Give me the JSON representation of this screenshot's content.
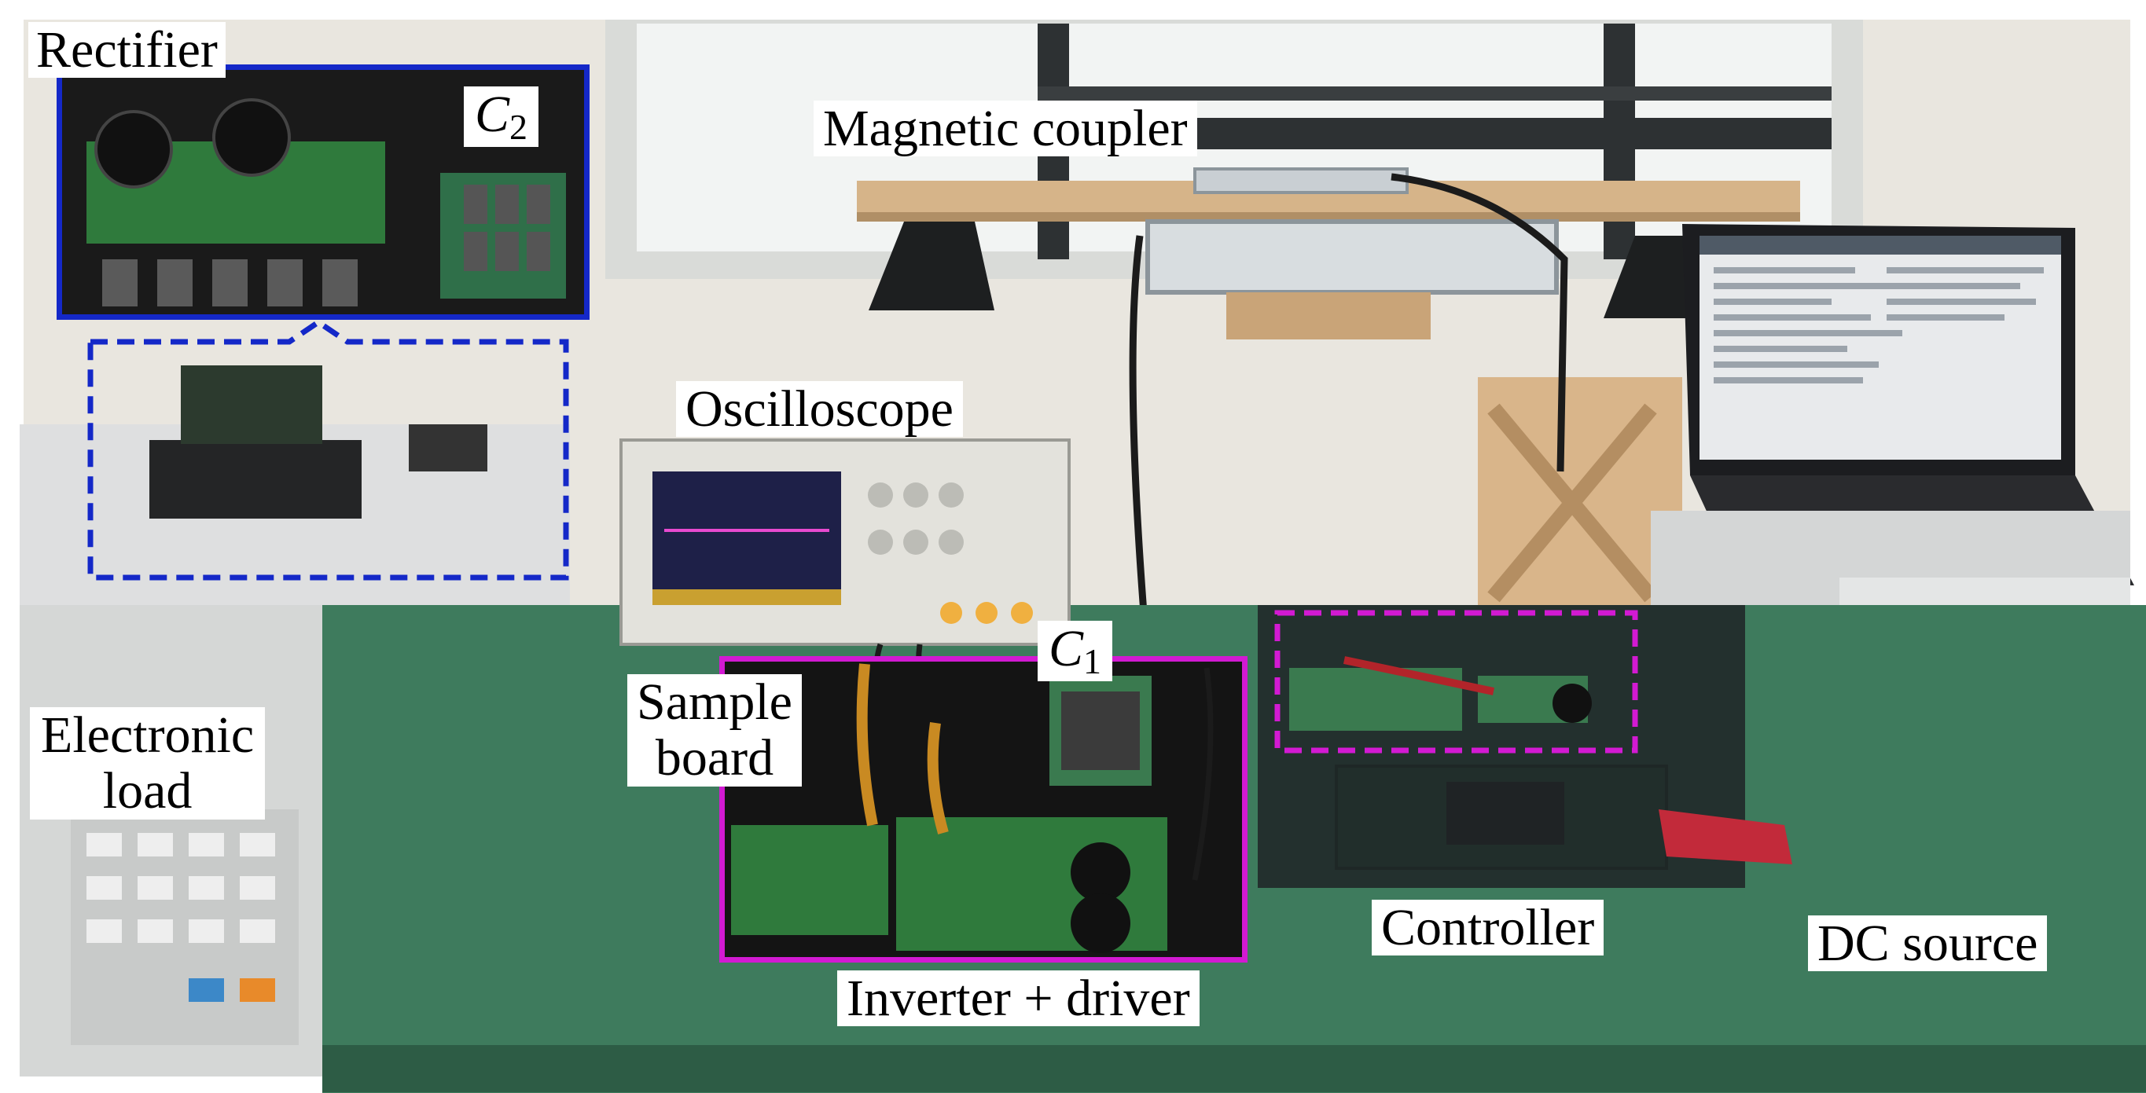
{
  "labels": {
    "rectifier": "Rectifier",
    "c2_symbol": "C",
    "c2_subscript": "2",
    "magnetic_coupler": "Magnetic coupler",
    "oscilloscope": "Oscilloscope",
    "c1_symbol": "C",
    "c1_subscript": "1",
    "sample_board_line1": "Sample",
    "sample_board_line2": "board",
    "electronic_load_line1": "Electronic",
    "electronic_load_line2": "load",
    "controller": "Controller",
    "dc_source": "DC source",
    "inverter_driver": "Inverter + driver"
  },
  "colors": {
    "rectifier_frame": "#1428c8",
    "controller_frame": "#d21ad2",
    "inverter_frame": "#d21ad2",
    "bench_top": "#3c7a5c",
    "wall": "#ece9e2"
  },
  "objects": [
    "electronic-load-unit",
    "rectifier-board",
    "oscilloscope-unit",
    "magnetic-coupler-assembly",
    "laptop",
    "dc-power-supply",
    "controller-board",
    "inverter-driver-board",
    "sample-board"
  ]
}
